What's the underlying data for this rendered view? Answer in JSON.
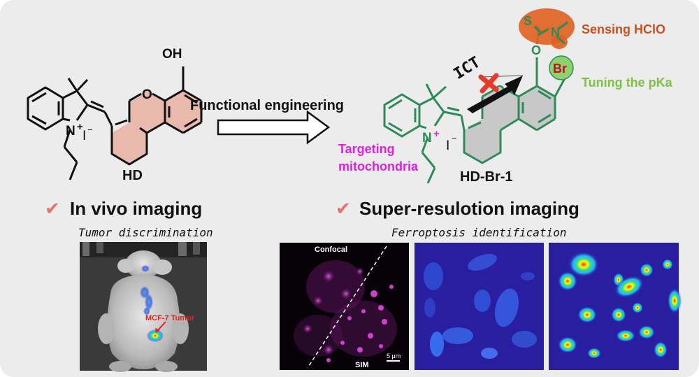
{
  "hd": {
    "oh": "OH",
    "o": "O",
    "n": "N",
    "plus": "+",
    "iodide": "I",
    "minus": "−",
    "name": "HD"
  },
  "arrow_label": "Functional engineering",
  "hdbr": {
    "oh_o": "O",
    "ring_o": "O",
    "n": "N",
    "plus": "+",
    "iodide": "I",
    "minus": "−",
    "s": "S",
    "carb_n": "N",
    "br": "Br",
    "ict": "ICT",
    "name": "HD-Br-1"
  },
  "annotations": {
    "sensing": "Sensing HClO",
    "tuning": "Tuning the pKa",
    "targeting_1": "Targeting",
    "targeting_2": "mitochondria"
  },
  "left_section": {
    "check": "✔",
    "title": "In vivo imaging",
    "subtitle": "Tumor discrimination",
    "tumor_label": "MCF-7 Tumor"
  },
  "right_section": {
    "check": "✔",
    "title": "Super-resulotion imaging",
    "subtitle": "Ferroptosis identification",
    "confocal": "Confocal",
    "sim": "SIM",
    "scale": "5 μm"
  },
  "colors": {
    "hd_ring_fill": "#e8b9ac",
    "hdbr_bond": "#2e8b57",
    "hdbr_ring_fill": "#c8c8c8",
    "sensing": "#c8501e",
    "tuning": "#7dc242",
    "targeting": "#e020e0",
    "check": "#e87272",
    "probe_blob": "#e06020",
    "ict_cross": "#e83a2a",
    "arrow_outline": "#111111"
  },
  "icons": [
    "check-mark-icon",
    "block-arrow-icon",
    "red-cross-icon"
  ]
}
